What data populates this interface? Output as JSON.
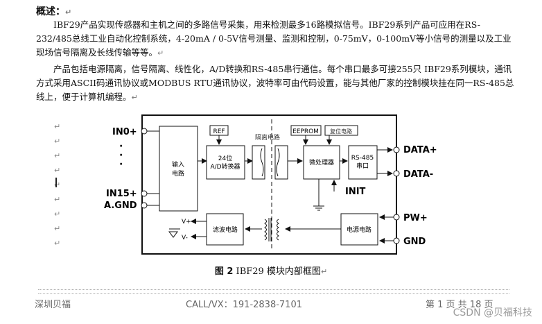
{
  "doc": {
    "heading": "概述：",
    "para1": "IBF29产品实现传感器和主机之间的多路信号采集，用来检测最多16路模拟信号。IBF29系列产品可应用在RS-232/485总线工业自动化控制系统，4-20mA / 0-5V信号测量、监测和控制，0-75mV，0-100mV等小信号的测量以及工业现场信号隔离及长线传输等等。",
    "para2": "产品包括电源隔离，信号隔离、线性化，A/D转换和RS-485串行通信。每个串口最多可接255只 IBF29系列模块，通讯方式采用ASCII码通讯协议或MODBUS RTU通讯协议，波特率可由代码设置，能与其他厂家的控制模块挂在同一RS-485总线上，便于计算机编程。",
    "para_mark": "↵"
  },
  "diagram": {
    "in0": "IN0+",
    "in15": "IN15+",
    "agnd": "A.GND",
    "input_circuit": [
      "输入",
      "电路"
    ],
    "ref": "REF",
    "adc": [
      "24位",
      "A/D转换器"
    ],
    "isolation": "隔离电路",
    "eeprom": "EEPROM",
    "reset": "复位电路",
    "mcu": "微处理器",
    "rs485": [
      "RS-485",
      "串口"
    ],
    "data_plus": "DATA+",
    "data_minus": "DATA-",
    "init": "INIT",
    "pw_plus": "PW+",
    "gnd": "GND",
    "filter": "滤波电路",
    "vplus": "V+",
    "vminus": "V-",
    "power": "电源电路"
  },
  "caption": {
    "label": "图 2",
    "text": "  IBF29 模块内部框图"
  },
  "footer": {
    "company": "深圳贝福",
    "contact": "CALL/VX：191-2838-7101",
    "page": "第 1 页 共 18 页"
  },
  "watermark": "CSDN @贝福科技"
}
